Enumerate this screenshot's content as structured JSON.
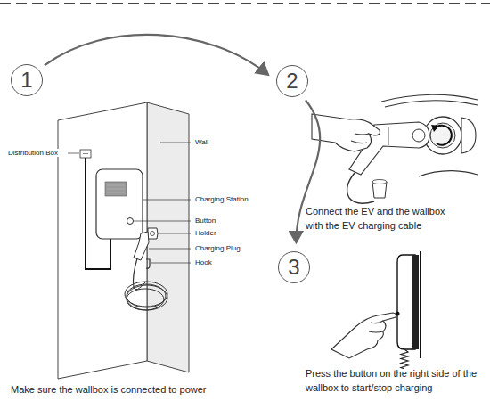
{
  "diagram": {
    "nodes": [
      {
        "text": [
          "1"
        ]
      },
      {
        "text": [
          "2"
        ]
      },
      {
        "text": [
          "3"
        ]
      }
    ],
    "edges": [
      {
        "from": 0,
        "to": 1,
        "arrow": "to"
      },
      {
        "from": 1,
        "to": 2,
        "arrow": "to"
      }
    ],
    "labels": [
      "Distribution Box",
      "Wall",
      "Charging Station",
      "Button",
      "Holder",
      "Charging Plug",
      "Hook",
      "Connect the EV and the wallbox with the EV charging cable",
      "Make sure the wallbox is connected to power",
      "Press the button on the right side of the wallbox to start/stop charging"
    ]
  }
}
